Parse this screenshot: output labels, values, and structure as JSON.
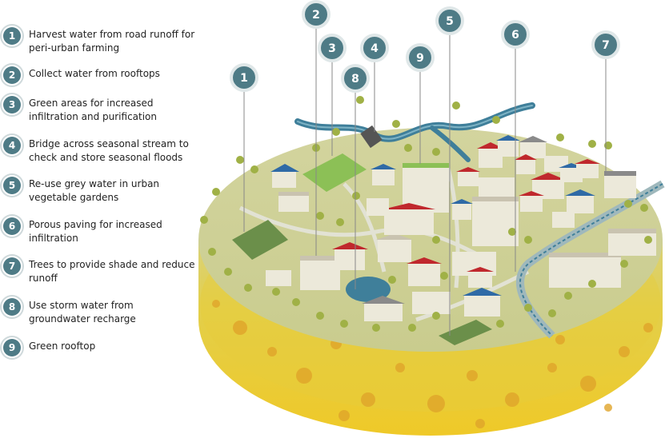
{
  "legend": [
    {
      "num": "1",
      "text": "Harvest water from road runoff for peri-urban farming"
    },
    {
      "num": "2",
      "text": "Collect water from rooftops"
    },
    {
      "num": "3",
      "text": "Green areas for increased infiltration and purification"
    },
    {
      "num": "4",
      "text": "Bridge across seasonal stream to check and store seasonal floods"
    },
    {
      "num": "5",
      "text": "Re-use grey water in urban vegetable gardens"
    },
    {
      "num": "6",
      "text": "Porous paving for increased infiltration"
    },
    {
      "num": "7",
      "text": "Trees to provide shade and reduce runoff"
    },
    {
      "num": "8",
      "text": "Use storm water from groundwater recharge"
    },
    {
      "num": "9",
      "text": "Green rooftop"
    }
  ],
  "markers": [
    "1",
    "2",
    "3",
    "4",
    "5",
    "6",
    "7",
    "8",
    "9"
  ],
  "colors": {
    "marker": "#4e7b86",
    "ground": "#d6d49c",
    "soil_top": "#d8cf5a",
    "soil_bottom": "#e8c73a",
    "water": "#3f7f9a",
    "road": "#e2e2d4"
  }
}
